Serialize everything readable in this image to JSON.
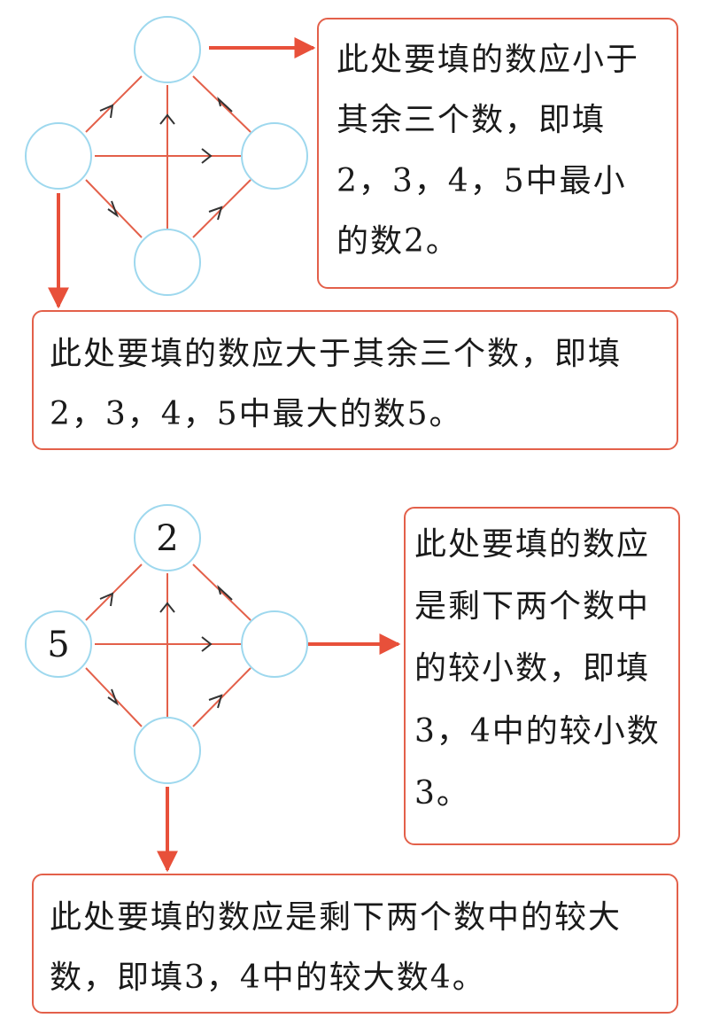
{
  "colors": {
    "circle": "#9ed8ee",
    "edge": "#e3604a",
    "arrow_head": "#333333",
    "callout": "#e8503a",
    "box_border": "#e3604a"
  },
  "diagram1": {
    "nodes": {
      "top": "",
      "left": "",
      "right": "",
      "bottom": ""
    }
  },
  "diagram2": {
    "nodes": {
      "top": "2",
      "left": "5",
      "right": "",
      "bottom": ""
    }
  },
  "callouts": {
    "box1": "此处要填的数应小于其余三个数，即填2，3，4，5中最小的数2。",
    "box2": "此处要填的数应大于其余三个数，即填2，3，4，5中最大的数5。",
    "box3": "此处要填的数应是剩下两个数中的较小数，即填3，4中的较小数3。",
    "box4": "此处要填的数应是剩下两个数中的较大数，即填3，4中的较大数4。"
  }
}
